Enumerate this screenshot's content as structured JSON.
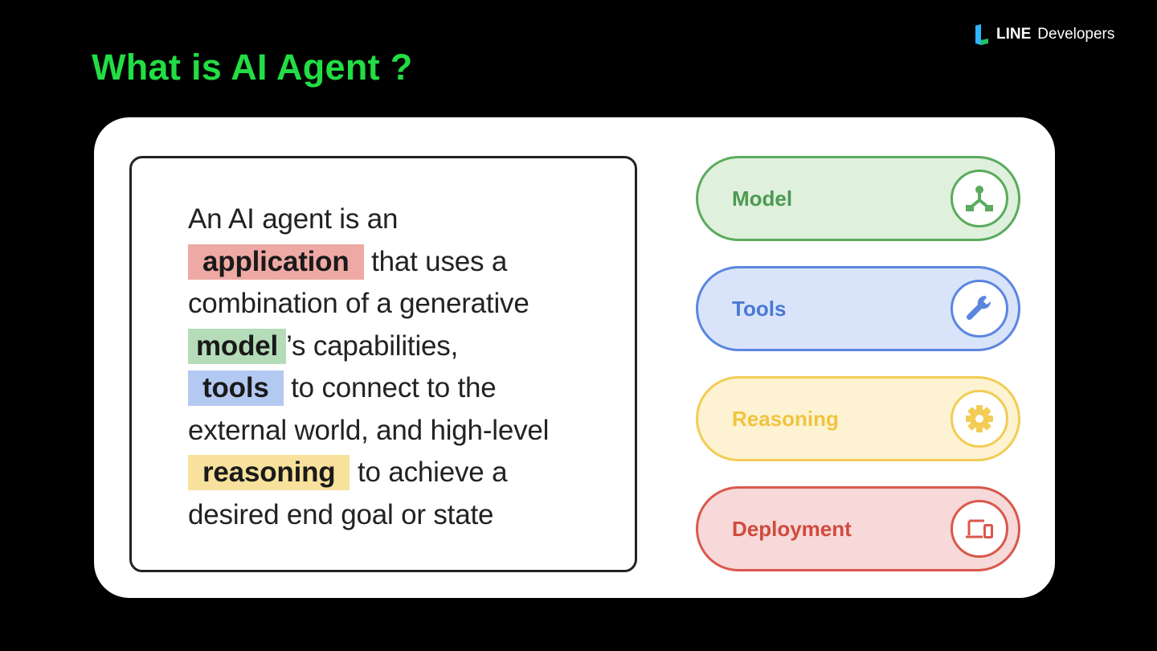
{
  "header": {
    "title": "What is AI Agent ?"
  },
  "brand": {
    "line": "LINE",
    "developers": "Developers"
  },
  "definition": {
    "line1": "An AI agent is an",
    "kw_application": "application",
    "after_application": "that uses a",
    "line3": "combination of a generative",
    "kw_model": "model",
    "after_model": "’s capabilities,",
    "kw_tools": "tools",
    "after_tools": "to connect to the",
    "line6": "external world, and high-level",
    "kw_reasoning": "reasoning",
    "after_reasoning": "to achieve a",
    "line8": "desired end goal or state"
  },
  "components": [
    {
      "label": "Model",
      "icon": "model-hierarchy-icon",
      "color": "#5aab5e"
    },
    {
      "label": "Tools",
      "icon": "wrench-icon",
      "color": "#5b86e0"
    },
    {
      "label": "Reasoning",
      "icon": "gear-icon",
      "color": "#f2cc55"
    },
    {
      "label": "Deployment",
      "icon": "devices-icon",
      "color": "#d9584c"
    }
  ],
  "colors": {
    "title": "#22dd44",
    "background": "#000000",
    "highlight_application": "#efa9a4",
    "highlight_model": "#b5dcb9",
    "highlight_tools": "#b4c9f2",
    "highlight_reasoning": "#f8e19c"
  }
}
